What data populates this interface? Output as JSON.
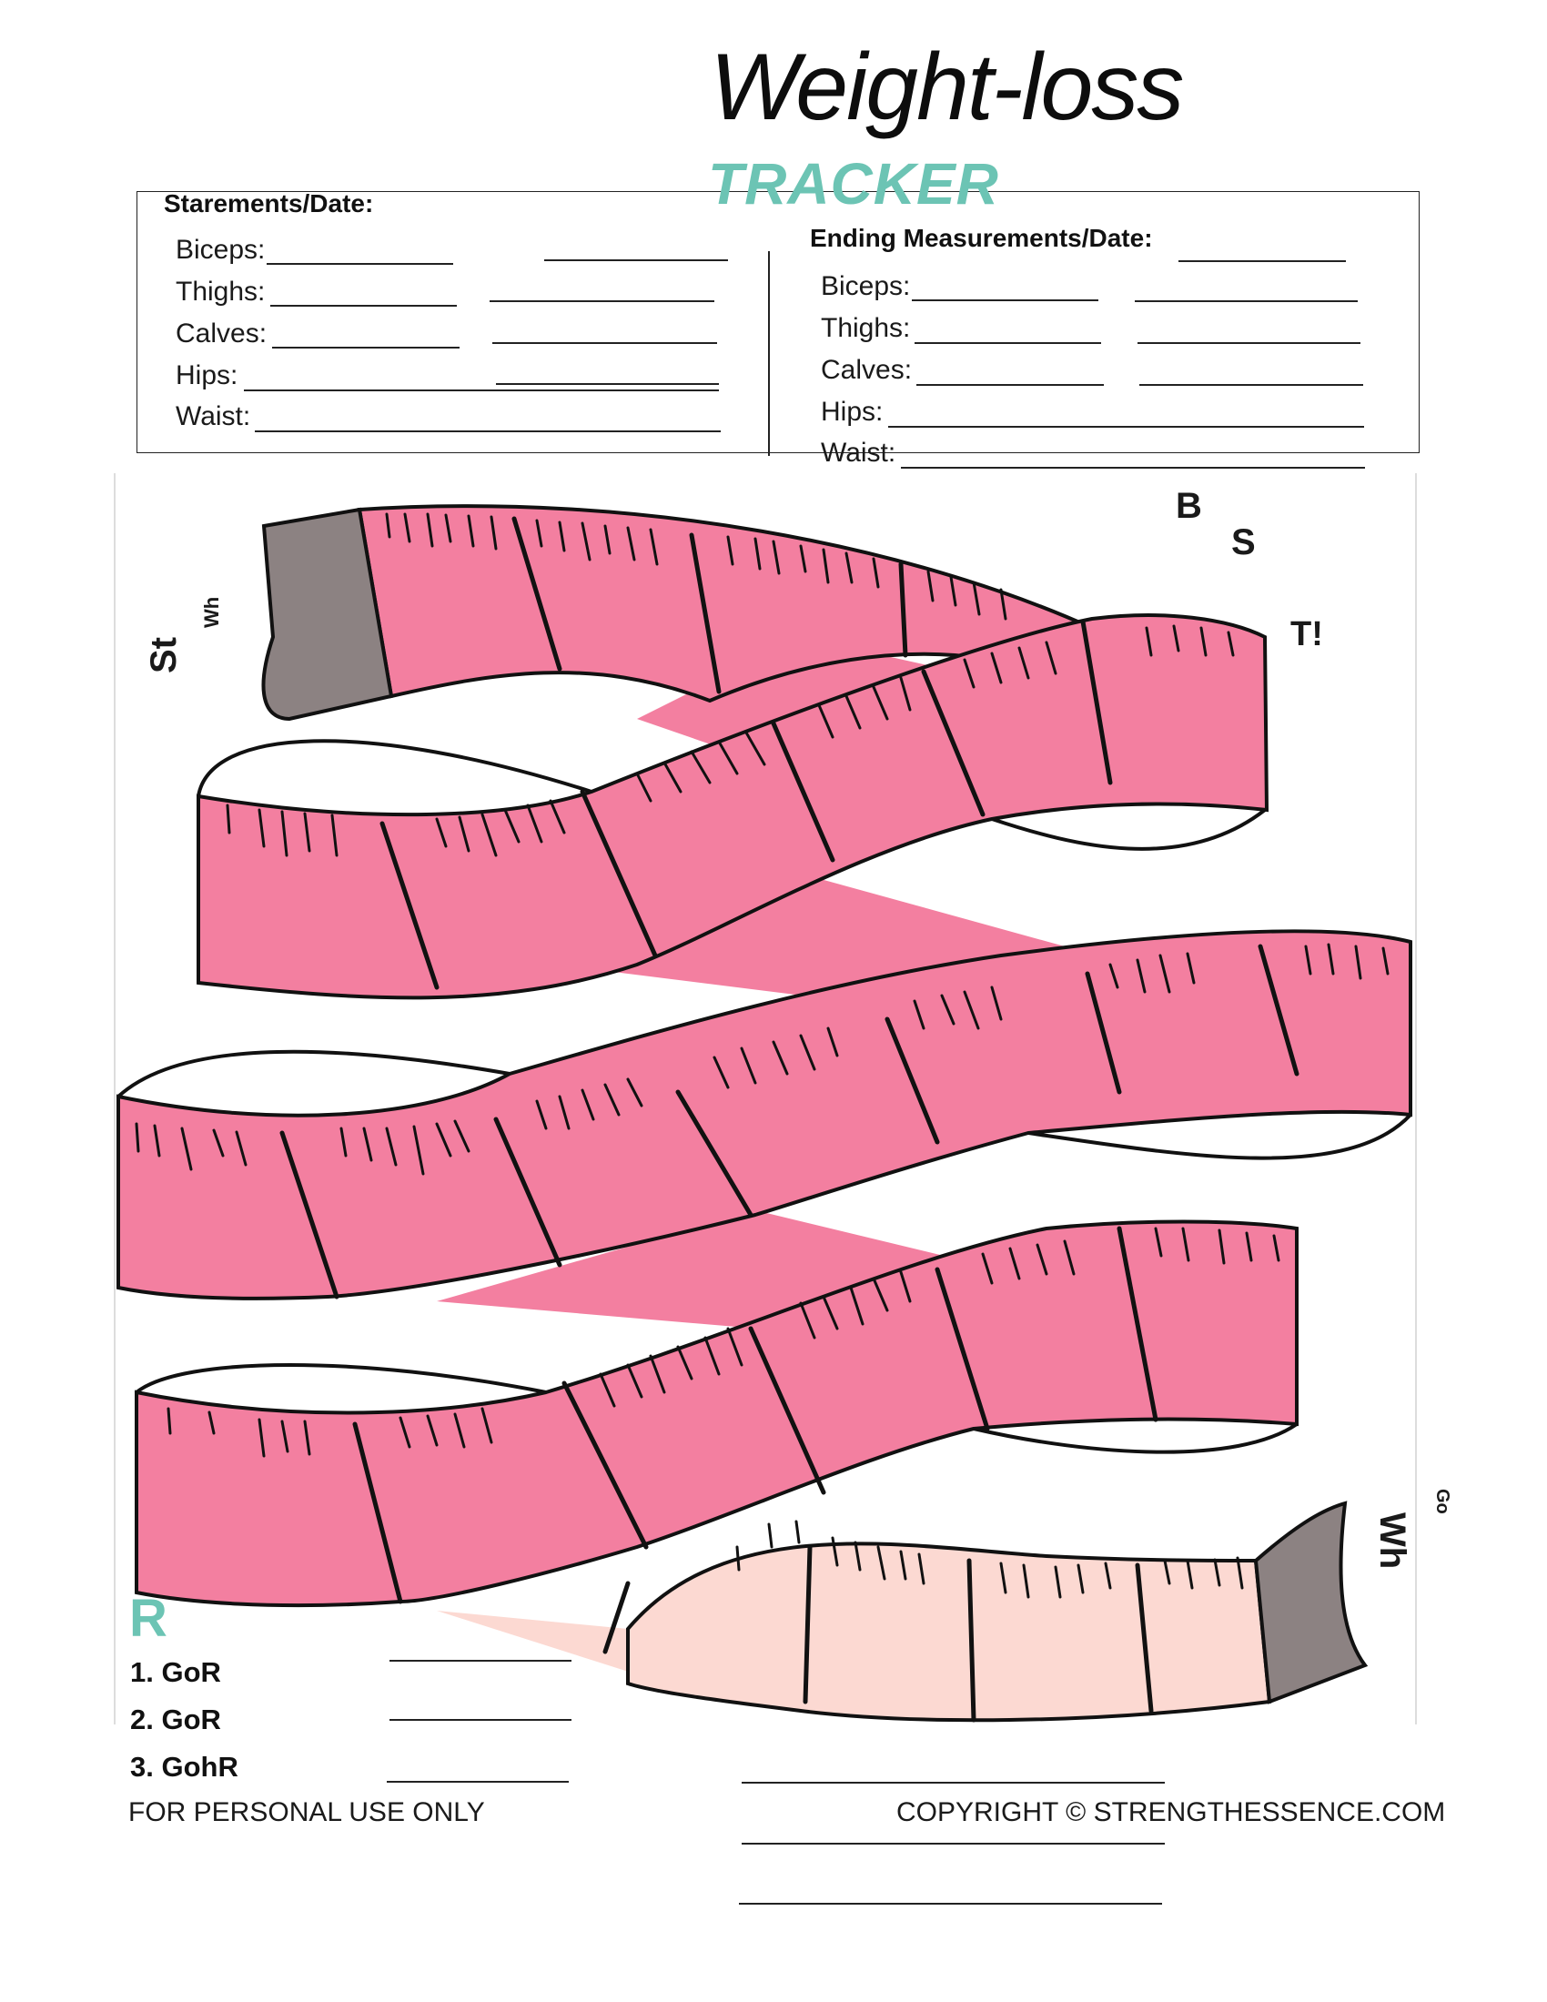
{
  "title": "Weight-loss",
  "subtitle": "TRACKER",
  "starting": {
    "heading": "Starements/Date:",
    "labels": [
      "Biceps:",
      "Thighs:",
      "Calves:",
      "Hips:",
      "Waist:"
    ]
  },
  "ending": {
    "heading": "Ending Measurements/Date:",
    "labels": [
      "Biceps:",
      "Thighs:",
      "Calves:",
      "Hips:",
      "Waist:"
    ]
  },
  "side_text": {
    "st": "St",
    "wh_left": "Wh",
    "b": "B",
    "s": "S",
    "t": "T!",
    "wh_right": "Wh",
    "go": "Go"
  },
  "rewards": {
    "heading": "R",
    "items": [
      "1.  GoR",
      "2.  GoR",
      "3.  GohR"
    ]
  },
  "footer": {
    "left": "FOR PERSONAL USE ONLY",
    "right": "COPYRIGHT © STRENGTHESSENCE.COM"
  },
  "colors": {
    "tape_pink": "#f37fa0",
    "tape_light": "#fcd9d2",
    "tape_grey": "#8c8282",
    "accent_teal": "#6cc4b4"
  }
}
